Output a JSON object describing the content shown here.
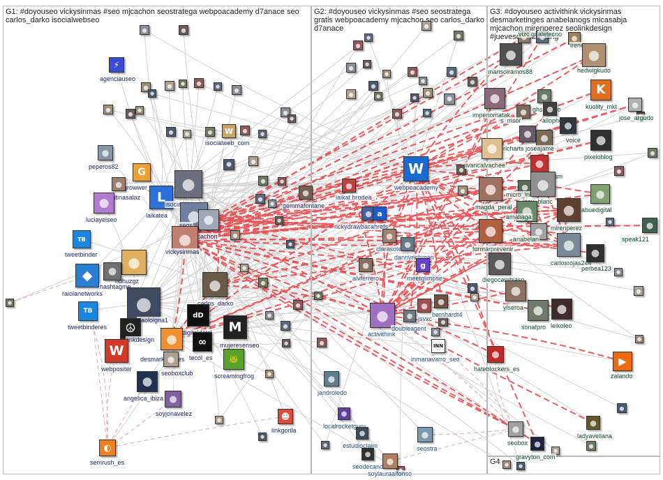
{
  "panels": [
    {
      "id": "g1",
      "title": "G1: #doyouseo vickysinmas #seo mjcachon seostratega webpoacademy d7anace seo carlos_darko isocialwebseo"
    },
    {
      "id": "g2",
      "title": "G2: #doyouseo vickysinmas #seo seostratega gratis webpoacademy mjcachon seo carlos_darko d7anace"
    },
    {
      "id": "g3",
      "title": "G3: #doyouseo activithink vickysinmas desmarketinges anabelanogs micasabja mjcachon mirenperez seolinkdesign #juevesdemarketing"
    },
    {
      "id": "g4",
      "title": "G4"
    }
  ],
  "colors": {
    "edge_red": "#e8262a",
    "edge_grey": "#c8c8c8",
    "edge_pink": "#d9a7a7",
    "label_g1": "#1d2a6b",
    "label_g2": "#1d4f8c",
    "label_g3": "#0f4d2f"
  },
  "nodes": [
    {
      "label": "agenciauseo",
      "group": "g1",
      "icon": "lightning-bolt-icon",
      "color": "#3b4bd8"
    },
    {
      "label": "isocialweb_com",
      "group": "g1",
      "icon": "w-logo-icon",
      "color": "#c8a46a"
    },
    {
      "label": "peperos82",
      "group": "g1",
      "icon": "avatar",
      "color": "#8a96a8"
    },
    {
      "label": "growwer_",
      "group": "g1",
      "icon": "g-logo-icon",
      "color": "#f0a030"
    },
    {
      "label": "stinasalaz",
      "group": "g1",
      "icon": "avatar",
      "color": "#9a8070"
    },
    {
      "label": "laikatea",
      "group": "g1",
      "icon": "laika-logo-icon",
      "color": "#2c6fd6"
    },
    {
      "label": "isocia",
      "group": "g1",
      "icon": "avatar",
      "color": "#6a7080"
    },
    {
      "label": "luciayelseo",
      "group": "g1",
      "icon": "avatar",
      "color": "#b07ad0"
    },
    {
      "label": "seos",
      "group": "g1",
      "icon": "avatar",
      "color": "#7080a0"
    },
    {
      "label": "mjcachon",
      "group": "g1",
      "icon": "avatar",
      "color": "#a0a8b8"
    },
    {
      "label": "vickysinmas",
      "group": "g1",
      "icon": "avatar",
      "color": "#c08070"
    },
    {
      "label": "tweetbinder",
      "group": "g1",
      "icon": "tb-logo-icon",
      "color": "#1a88e0"
    },
    {
      "label": "raiolanetworks",
      "group": "g1",
      "icon": "cube-logo-icon",
      "color": "#2a7fd4"
    },
    {
      "label": "huhuzgz",
      "group": "g1",
      "icon": "avatar",
      "color": "#e0b060"
    },
    {
      "label": "hashtagme",
      "group": "g1",
      "icon": "avatar",
      "color": "#707070"
    },
    {
      "label": "carlos_darko",
      "group": "g1",
      "icon": "avatar",
      "color": "#6a5a4a"
    },
    {
      "label": "tweetbinderes",
      "group": "g1",
      "icon": "tb-logo-icon",
      "color": "#1a88e0"
    },
    {
      "label": "paoloigna1",
      "group": "g1",
      "icon": "avatar",
      "color": "#404a60"
    },
    {
      "label": "digitaldotsl",
      "group": "g1",
      "icon": "dd-logo-icon",
      "color": "#111111"
    },
    {
      "label": "linkdesign",
      "group": "g1",
      "icon": "peace-icon",
      "color": "#222222"
    },
    {
      "label": "desmarketinges",
      "group": "g1",
      "icon": "avatar",
      "color": "#f09030"
    },
    {
      "label": "mujeresenseo",
      "group": "g1",
      "icon": "mujeres-logo-icon",
      "color": "#222222"
    },
    {
      "label": "webpositer",
      "group": "g1",
      "icon": "w-logo-icon",
      "color": "#d43a2a"
    },
    {
      "label": "tecol_es",
      "group": "g1",
      "icon": "infinity-icon",
      "color": "#111111"
    },
    {
      "label": "seoboxclub",
      "group": "g1",
      "icon": "avatar",
      "color": "#b0a090"
    },
    {
      "label": "screamingfrog",
      "group": "g1",
      "icon": "frog-icon",
      "color": "#5aa02c"
    },
    {
      "label": "angelica_ibiza",
      "group": "g1",
      "icon": "avatar",
      "color": "#203050"
    },
    {
      "label": "soyjonavelez",
      "group": "g1",
      "icon": "avatar",
      "color": "#8060a0"
    },
    {
      "label": "linkgorila",
      "group": "g1",
      "icon": "gorilla-icon",
      "color": "#e04a3a"
    },
    {
      "label": "semrush_es",
      "group": "g1",
      "icon": "semrush-logo-icon",
      "color": "#f08020"
    },
    {
      "label": "gemmafontane",
      "group": "g1",
      "icon": "avatar",
      "color": "#7a6050"
    },
    {
      "label": "laikat hrodea_",
      "group": "g2",
      "icon": "avatar",
      "color": "#c04040"
    },
    {
      "label": "webpoacademy",
      "group": "g2",
      "icon": "w-logo-icon",
      "color": "#1a6ad4"
    },
    {
      "label": "rickydrawback",
      "group": "g2",
      "icon": "avatar",
      "color": "#4060a0"
    },
    {
      "label": "ahrefs",
      "group": "g2",
      "icon": "ahrefs-logo-icon",
      "color": "#1a5ad0"
    },
    {
      "label": "clarasoteras",
      "group": "g2",
      "icon": "avatar",
      "color": "#a08070"
    },
    {
      "label": "dannyrichman",
      "group": "g2",
      "icon": "avatar",
      "color": "#6a7a8a"
    },
    {
      "label": "alvferrero",
      "group": "g2",
      "icon": "avatar",
      "color": "#8a7060"
    },
    {
      "label": "meetglimpse",
      "group": "g2",
      "icon": "glimpse-logo-icon",
      "color": "#6a40d0"
    },
    {
      "label": "activithink",
      "group": "g2",
      "icon": "avatar",
      "color": "#a070c0"
    },
    {
      "label": "doubleagent",
      "group": "g2",
      "icon": "avatar",
      "color": "#707880"
    },
    {
      "label": "jsvxc",
      "group": "g2",
      "icon": "avatar",
      "color": "#a05050"
    },
    {
      "label": "bernhardt4",
      "group": "g2",
      "icon": "avatar",
      "color": "#705040"
    },
    {
      "label": "inmanavarro_seo",
      "group": "g2",
      "icon": "inn-logo-icon",
      "color": "#ffffff"
    },
    {
      "label": "jandroledo",
      "group": "g2",
      "icon": "avatar",
      "color": "#608090"
    },
    {
      "label": "localrocketguru",
      "group": "g2",
      "icon": "avatar",
      "color": "#6040a0"
    },
    {
      "label": "estudioclaim",
      "group": "g2",
      "icon": "avatar",
      "color": "#404a60"
    },
    {
      "label": "seodecano",
      "group": "g2",
      "icon": "avatar",
      "color": "#303030"
    },
    {
      "label": "soylauraalfonso",
      "group": "g2",
      "icon": "avatar",
      "color": "#b08060"
    },
    {
      "label": "seostra",
      "group": "g2",
      "icon": "avatar",
      "color": "#7a9ab0"
    },
    {
      "label": "vizc ginacaio",
      "group": "g3",
      "icon": "avatar",
      "color": "#8a7a6a"
    },
    {
      "label": "aletecno",
      "group": "g3",
      "icon": "avatar",
      "color": "#5a6a7a"
    },
    {
      "label": "irene",
      "group": "g3",
      "icon": "avatar",
      "color": "#a0805a"
    },
    {
      "label": "marisolramos88",
      "group": "g3",
      "icon": "avatar",
      "color": "#505050"
    },
    {
      "label": "hedwigkudo",
      "group": "g3",
      "icon": "avatar",
      "color": "#b09070"
    },
    {
      "label": "imperiomatak",
      "group": "g3",
      "icon": "avatar",
      "color": "#8a6a7a"
    },
    {
      "label": "kuolity_mkt",
      "group": "g3",
      "icon": "k-logo-icon",
      "color": "#e07020"
    },
    {
      "label": "ghserrano",
      "group": "g3",
      "icon": "avatar",
      "color": "#6a7a6a"
    },
    {
      "label": "s_msor",
      "group": "g3",
      "icon": "avatar",
      "color": "#7a6a5a"
    },
    {
      "label": "allopher",
      "group": "g3",
      "icon": "avatar",
      "color": "#404040"
    },
    {
      "label": "jose_argudo",
      "group": "g3",
      "icon": "avatar",
      "color": "#b0b0b0"
    },
    {
      "label": "voice",
      "group": "g3",
      "icon": "avatar",
      "color": "#303840"
    },
    {
      "label": "richarts",
      "group": "g3",
      "icon": "avatar",
      "color": "#6a5a6a"
    },
    {
      "label": "joseajame",
      "group": "g3",
      "icon": "avatar",
      "color": "#7a6a5a"
    },
    {
      "label": "pixeloblog",
      "group": "g3",
      "icon": "avatar",
      "color": "#303030"
    },
    {
      "label": "ivancalvachee",
      "group": "g3",
      "icon": "avatar",
      "color": "#e0c090"
    },
    {
      "label": "ketergsm",
      "group": "g3",
      "icon": "avatar",
      "color": "#c03030"
    },
    {
      "label": "micro_ini",
      "group": "g3",
      "icon": "avatar",
      "color": "#5a6a5a"
    },
    {
      "label": "magda_peral",
      "group": "g3",
      "icon": "avatar",
      "color": "#a07060"
    },
    {
      "label": "iosu_blanc",
      "group": "g3",
      "icon": "avatar",
      "color": "#909090"
    },
    {
      "label": "abuedigital",
      "group": "g3",
      "icon": "avatar",
      "color": "#80a070"
    },
    {
      "label": "amaliaga",
      "group": "g3",
      "icon": "avatar",
      "color": "#6a8a6a"
    },
    {
      "label": "mirenperez",
      "group": "g3",
      "icon": "avatar",
      "color": "#604030"
    },
    {
      "label": "speak121",
      "group": "g3",
      "icon": "avatar",
      "color": "#406050"
    },
    {
      "label": "formarprevenir",
      "group": "g3",
      "icon": "avatar",
      "color": "#b06040"
    },
    {
      "label": "anabelan",
      "group": "g3",
      "icon": "avatar",
      "color": "#a0a0a0"
    },
    {
      "label": "carlosrojas244",
      "group": "g3",
      "icon": "avatar",
      "color": "#7a8a9a"
    },
    {
      "label": "perbea123",
      "group": "g3",
      "icon": "avatar",
      "color": "#303030"
    },
    {
      "label": "diegocambiaso",
      "group": "g3",
      "icon": "avatar",
      "color": "#5a5a5a"
    },
    {
      "label": "ylseroa",
      "group": "g3",
      "icon": "avatar",
      "color": "#8a7060"
    },
    {
      "label": "sonafpro",
      "group": "g3",
      "icon": "avatar",
      "color": "#707a6a"
    },
    {
      "label": "leikoleo",
      "group": "g3",
      "icon": "avatar",
      "color": "#402a2a"
    },
    {
      "label": "hateblockers_es",
      "group": "g3",
      "icon": "avatar",
      "color": "#c02a2a"
    },
    {
      "label": "zalando",
      "group": "g3",
      "icon": "zalando-logo-icon",
      "color": "#f06a10"
    },
    {
      "label": "seobox",
      "group": "g3",
      "icon": "avatar",
      "color": "#a0a0a0"
    },
    {
      "label": "ladyavellana",
      "group": "g3",
      "icon": "avatar",
      "color": "#605a2a"
    },
    {
      "label": "gravyton_com",
      "group": "g3",
      "icon": "avatar",
      "color": "#202040"
    }
  ]
}
